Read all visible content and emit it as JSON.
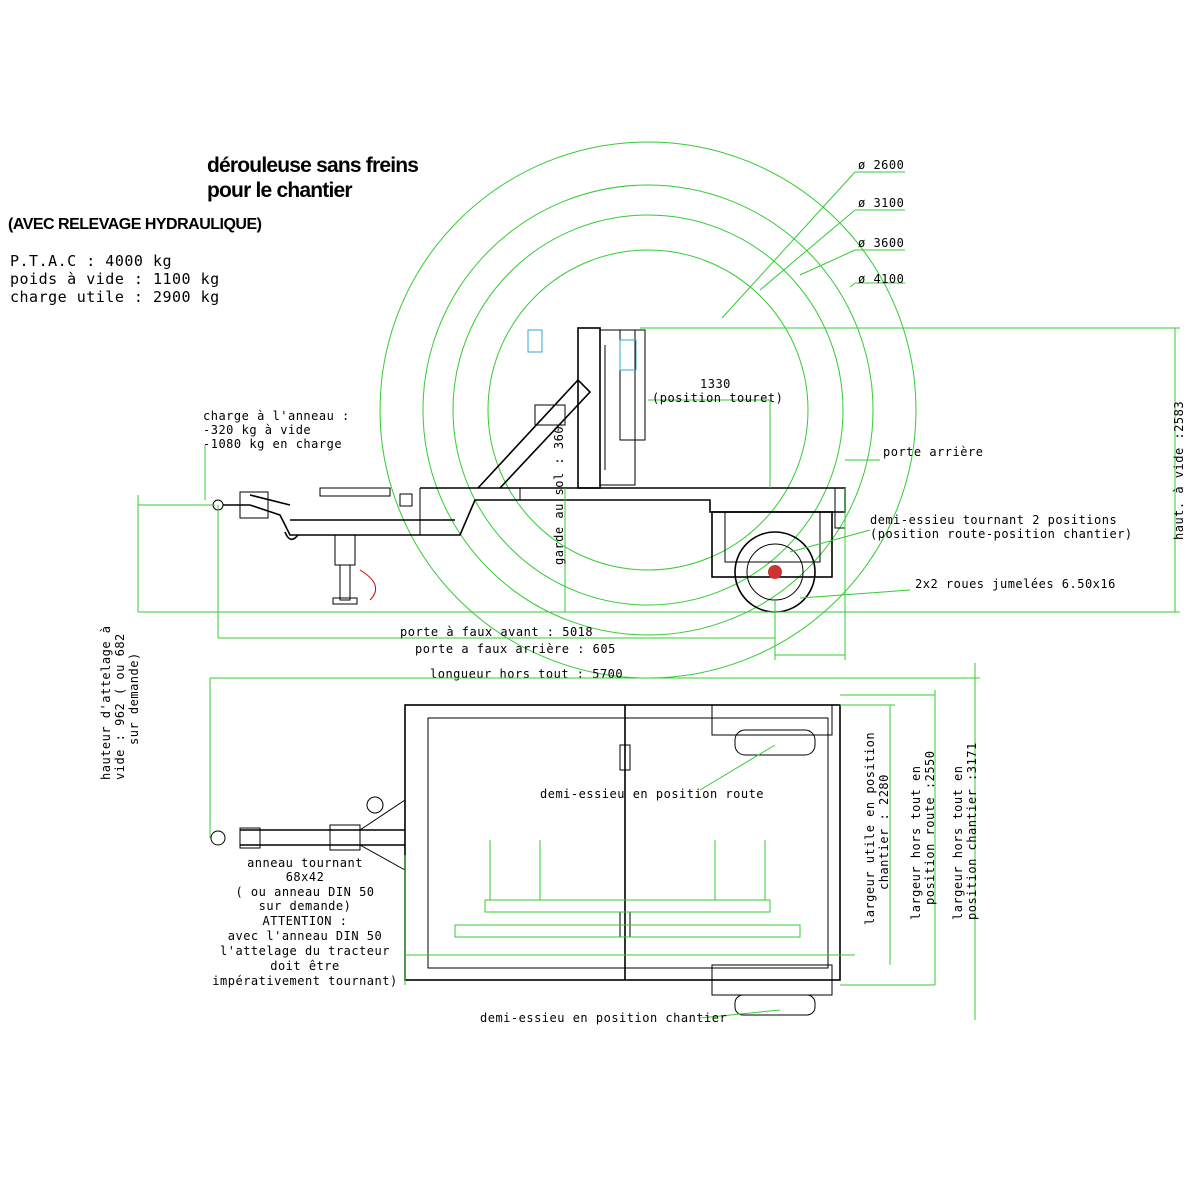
{
  "title": {
    "line1": "dérouleuse sans freins",
    "line2": "pour le chantier",
    "subtitle": "(AVEC RELEVAGE HYDRAULIQUE)"
  },
  "specs": [
    "P.T.A.C : 4000 kg",
    "poids à vide : 1100 kg",
    "charge utile : 2900 kg"
  ],
  "diameters": [
    "ø 2600",
    "ø 3100",
    "ø 3600",
    "ø 4100"
  ],
  "side_view": {
    "ring_load": [
      "charge à l'anneau :",
      "-320 kg à vide",
      "-1080 kg  en charge"
    ],
    "touret_pos": [
      "1330",
      "(position touret)"
    ],
    "ground_clearance": "garde au sol : 360",
    "rear_door": "porte arrière",
    "half_axle": [
      "demi-essieu tournant 2 positions",
      "(position route-position chantier)"
    ],
    "wheels": "2x2 roues jumelées 6.50x16",
    "height_empty": "haut. à vide :2583",
    "front_overhang": "porte à faux avant : 5018",
    "rear_overhang": "porte a faux arrière : 605",
    "overall_length": "longueur hors tout : 5700",
    "hitch_height": [
      "hauteur d'attelage à",
      "vide : 962 ( ou 682",
      "sur demande)"
    ]
  },
  "top_view": {
    "axle_road": "demi-essieu en position route",
    "axle_site": "demi-essieu en position chantier",
    "ring_note": [
      "anneau tournant",
      "68x42",
      "( ou anneau DIN 50",
      "sur demande)",
      "ATTENTION  :",
      "avec l'anneau DIN 50",
      "l'attelage du tracteur",
      "doit être",
      "impérativement tournant)"
    ],
    "useful_width": [
      "largeur utile en position",
      "chantier : 2280"
    ],
    "width_road": [
      "largeur hors tout en",
      "position route :2550"
    ],
    "width_site": [
      "largeur hors tout en",
      "position chantier :3171"
    ]
  }
}
